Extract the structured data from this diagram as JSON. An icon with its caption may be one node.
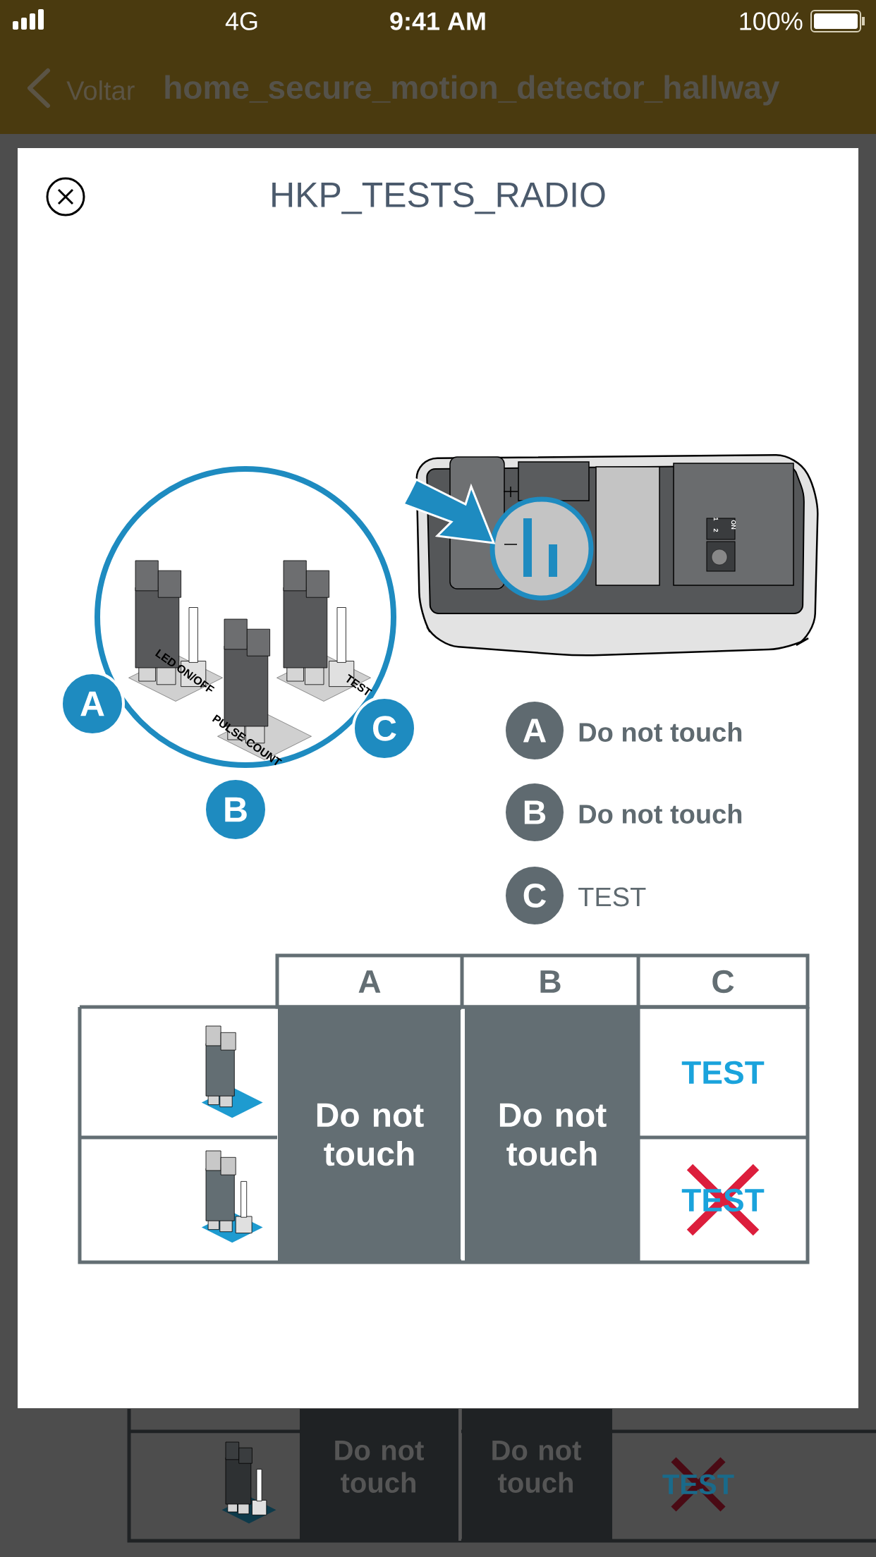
{
  "diagram": {
    "title": "HKP_TESTS_RADIO",
    "nodes": [
      {
        "text": [
          "A"
        ]
      },
      {
        "text": [
          "B"
        ]
      },
      {
        "text": [
          "C"
        ]
      },
      {
        "text": [
          "A"
        ],
        "beside": [
          "Do not touch"
        ]
      },
      {
        "text": [
          "B"
        ],
        "beside": [
          "Do not touch"
        ]
      },
      {
        "text": [
          "C"
        ],
        "beside": [
          "TEST"
        ]
      }
    ],
    "labels": [
      "4G",
      "9:41 AM",
      "100%",
      "Voltar",
      "home_secure_motion_detector_hallway",
      "LED ON/OFF",
      "PULSE COUNT",
      "TEST",
      "1",
      "2",
      "ON",
      "A",
      "B",
      "C",
      "Do not touch",
      "Do not touch",
      "TEST",
      "TEST",
      "Do not touch",
      "Do not touch",
      "TEST"
    ]
  }
}
